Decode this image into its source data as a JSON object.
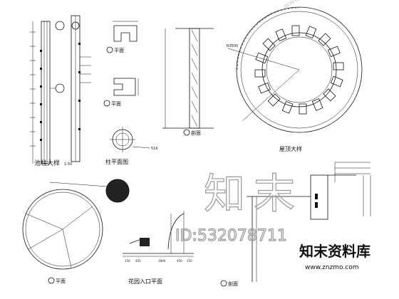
{
  "labels": {
    "column_elevation": "池柱大样",
    "plan_a": "平面",
    "plan_b": "平面",
    "section_c": "剖面",
    "column_plan": "柱平面图",
    "roof_plan": "屋顶大样",
    "plan_d": "平面",
    "entrance_plan": "花园入口平面",
    "section_e": "剖面",
    "radius_label": "R3500",
    "tag_516": "516"
  },
  "scale_note": "1:50",
  "dimensions": [
    "150",
    "450",
    "1800",
    "450",
    "150"
  ],
  "watermark": {
    "brand_chars": [
      "知",
      "末"
    ],
    "site_text": "知末资料库",
    "url": "www.znzmo.com",
    "id_text": "ID:532078711",
    "corner_url": "www.znzmo.com"
  }
}
